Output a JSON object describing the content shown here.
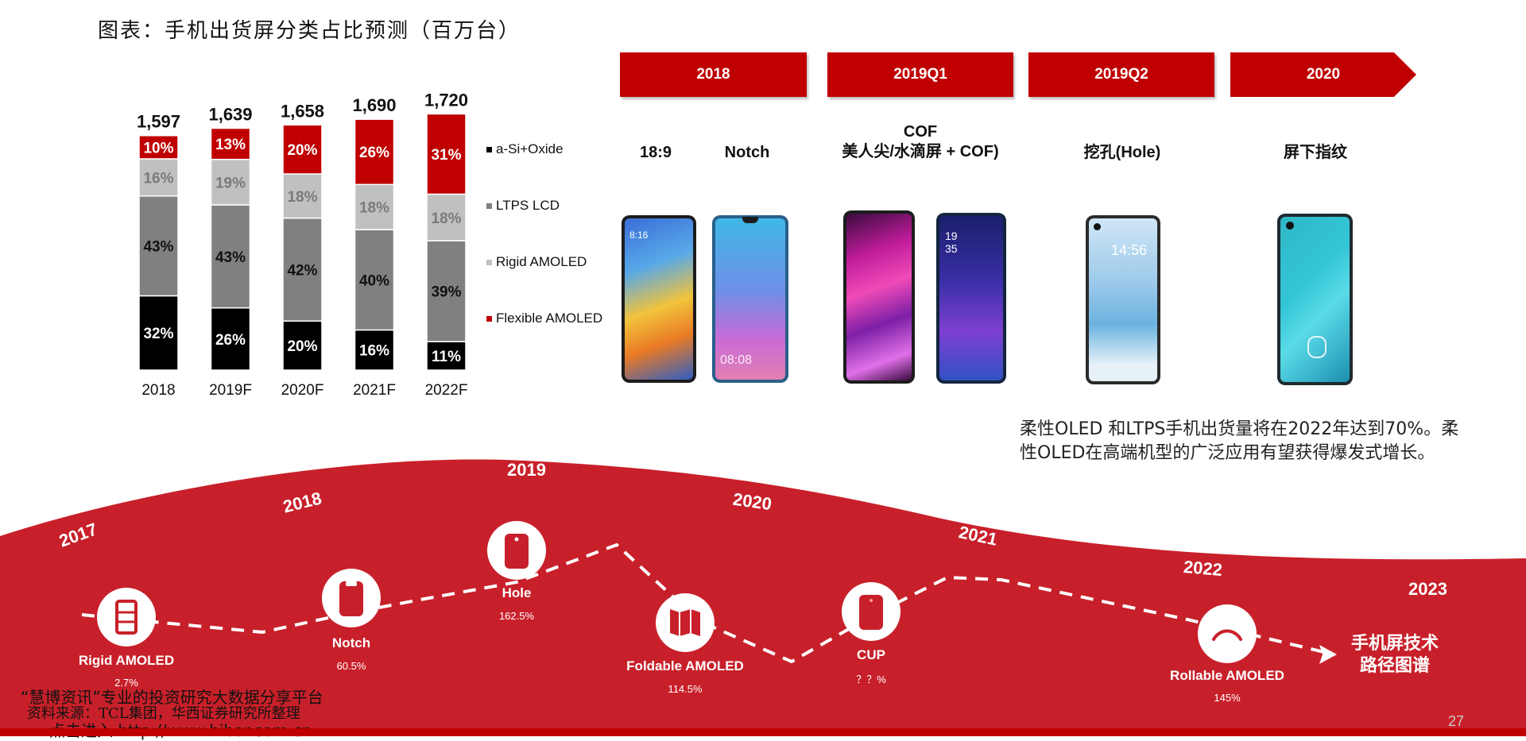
{
  "title": "图表：手机出货屏分类占比预测（百万台）",
  "chart_data": {
    "type": "bar",
    "stacked": true,
    "categories": [
      "2018",
      "2019F",
      "2020F",
      "2021F",
      "2022F"
    ],
    "totals": [
      "1,597",
      "1,639",
      "1,658",
      "1,690",
      "1,720"
    ],
    "series": [
      {
        "name": "a-Si+Oxide",
        "color": "#000000",
        "values": [
          32,
          26,
          20,
          16,
          11
        ]
      },
      {
        "name": "LTPS LCD",
        "color": "#808080",
        "values": [
          43,
          43,
          42,
          40,
          39
        ]
      },
      {
        "name": "Rigid AMOLED",
        "color": "#c0c0c0",
        "values": [
          16,
          19,
          18,
          18,
          18
        ]
      },
      {
        "name": "Flexible AMOLED",
        "color": "#c00000",
        "values": [
          10,
          13,
          20,
          26,
          31
        ]
      }
    ],
    "unit": "%"
  },
  "legend": [
    "a-Si+Oxide",
    "LTPS LCD",
    "Rigid AMOLED",
    "Flexible AMOLED"
  ],
  "timeline": {
    "ribbons": [
      "2018",
      "2019Q1",
      "2019Q2",
      "2020"
    ],
    "features": {
      "f1": "18:9",
      "f2": "Notch",
      "f3a": "COF",
      "f3b": "美人尖/水滴屏 + COF)",
      "f4": "挖孔(Hole)",
      "f5": "屏下指纹"
    }
  },
  "phones": {
    "p3_time_a": "8:16",
    "p2_time": "08:08",
    "p4_time_a": "19",
    "p4_time_b": "35",
    "p5_time": "14:56"
  },
  "note": "柔性OLED 和LTPS手机出货量将在2022年达到70%。柔性OLED在高端机型的广泛应用有望获得爆发式增长。",
  "roadmap": {
    "years": [
      "2017",
      "2018",
      "2019",
      "2020",
      "2021",
      "2022",
      "2023"
    ],
    "milestones": [
      {
        "label": "Rigid AMOLED",
        "pct": "2.7%"
      },
      {
        "label": "Notch",
        "pct": "60.5%"
      },
      {
        "label": "Hole",
        "pct": "162.5%"
      },
      {
        "label": "Foldable AMOLED",
        "pct": "114.5%"
      },
      {
        "label": "CUP",
        "pct": "？？%"
      },
      {
        "label": "Rollable AMOLED",
        "pct": "145%"
      }
    ],
    "title_line1": "手机屏技术",
    "title_line2": "路径图谱"
  },
  "source": "资料来源：TCL集团，华西证券研究所整理",
  "watermark_line1": "“慧博资讯”专业的投资研究大数据分享平台",
  "watermark_line2": "点击进入 http://www.hibor.com.cn",
  "page_number": "27",
  "colors": {
    "accent": "#c00000",
    "roadmap_band": "#c8202a"
  }
}
